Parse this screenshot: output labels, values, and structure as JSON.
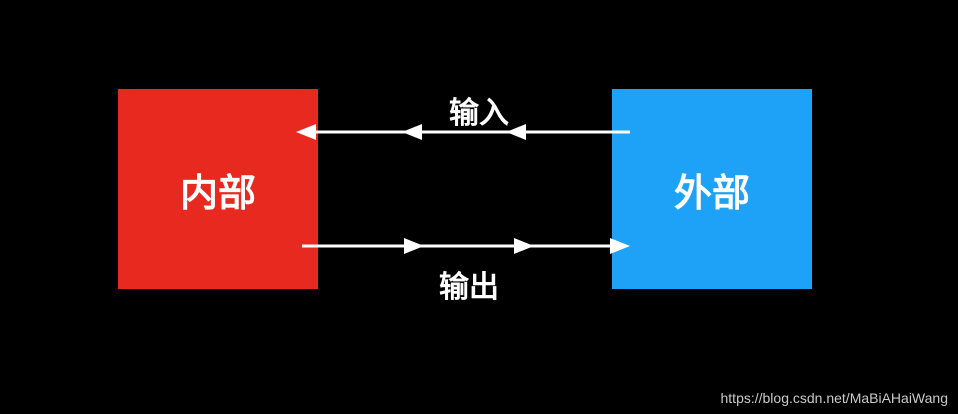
{
  "diagram": {
    "inner_box": {
      "label": "内部",
      "color": "#e8291f"
    },
    "outer_box": {
      "label": "外部",
      "color": "#1ea2f8"
    },
    "input_arrow": {
      "label": "输入",
      "direction": "outer-to-inner"
    },
    "output_arrow": {
      "label": "输出",
      "direction": "inner-to-outer"
    }
  },
  "watermark": "https://blog.csdn.net/MaBiAHaiWang"
}
